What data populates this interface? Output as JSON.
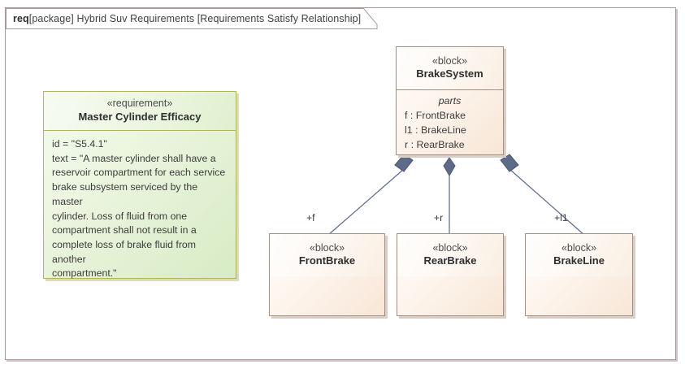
{
  "diagram": {
    "kind_abbrev": "req",
    "header_rest": "[package] Hybrid Suv Requirements [Requirements Satisfy Relationship]",
    "frame_border_color": "#a9999b",
    "canvas_background": "#ffffff"
  },
  "requirement": {
    "stereotype": "«requirement»",
    "name": "Master Cylinder Efficacy",
    "properties": "id = \"S5.4.1\"\ntext = \"A master cylinder shall have a\nreservoir compartment for each service\nbrake subsystem serviced by the master\ncylinder. Loss of fluid from one\ncompartment shall not result in a\ncomplete loss of brake fluid from another\ncompartment.\"",
    "fill_color": "#d7ebc4",
    "border_color": "#b3b45f"
  },
  "blocks": {
    "brake_system": {
      "stereotype": "«block»",
      "name": "BrakeSystem",
      "compartment_title": "parts",
      "parts": [
        "f : FrontBrake",
        "l1 : BrakeLine",
        "r : RearBrake"
      ]
    },
    "front_brake": {
      "stereotype": "«block»",
      "name": "FrontBrake"
    },
    "rear_brake": {
      "stereotype": "«block»",
      "name": "RearBrake"
    },
    "brake_line": {
      "stereotype": "«block»",
      "name": "BrakeLine"
    },
    "fill_color": "#f7e6d6",
    "border_color": "#a98d7e"
  },
  "connectors": {
    "line_color": "#5a6a8a",
    "kind": "composition",
    "ends": [
      {
        "label": "+f",
        "from": "BrakeSystem",
        "to": "FrontBrake"
      },
      {
        "label": "+r",
        "from": "BrakeSystem",
        "to": "RearBrake"
      },
      {
        "label": "+l1",
        "from": "BrakeSystem",
        "to": "BrakeLine"
      }
    ]
  }
}
